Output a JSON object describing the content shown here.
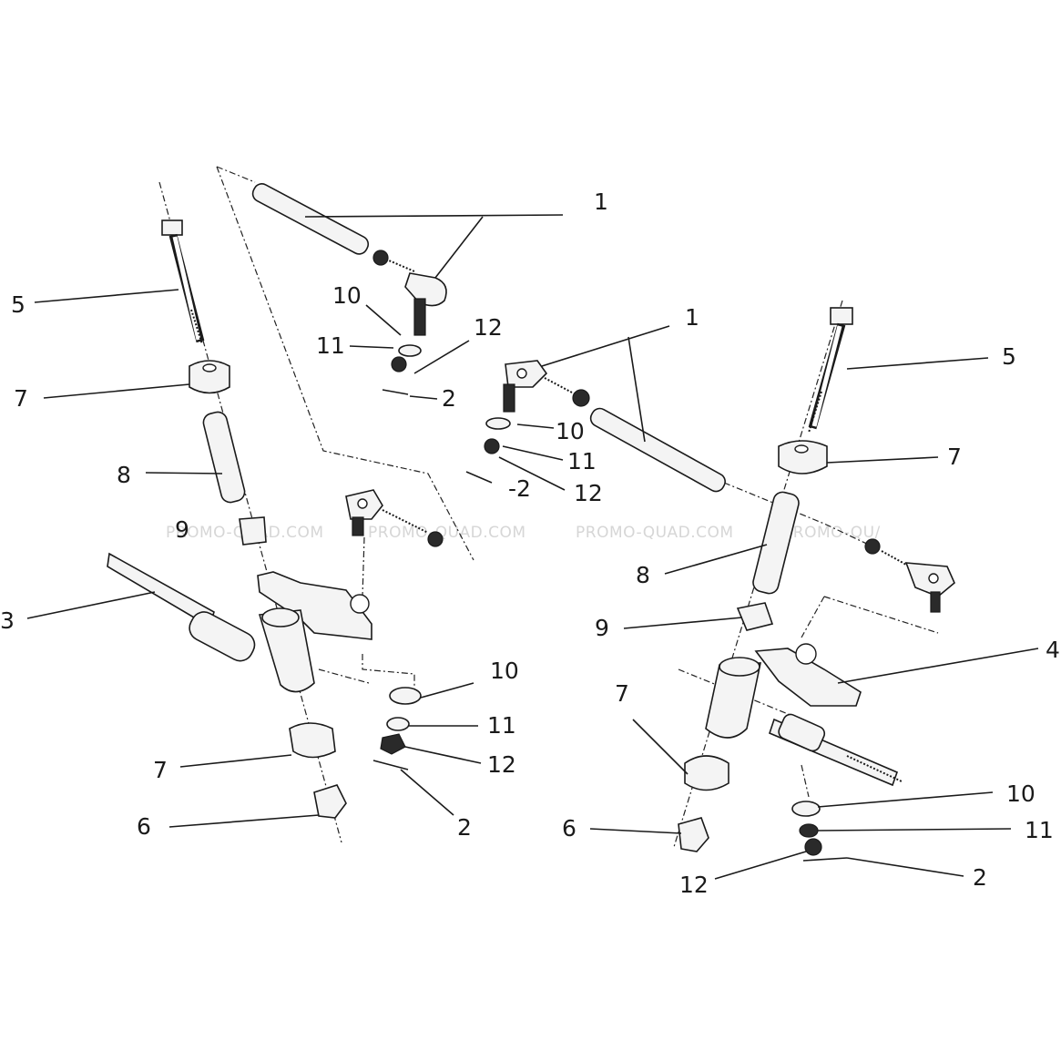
{
  "watermarks": [
    "PROMO-QUAD.COM",
    "PROMO-QUAD.COM",
    "PROMO-QUAD.COM",
    "PROMO-QU/"
  ],
  "callouts": {
    "tl_1": "1",
    "tl_10": "10",
    "tl_11": "11",
    "tl_12": "12",
    "tl_2": "2",
    "l_5": "5",
    "l_7a": "7",
    "l_8": "8",
    "l_9": "9",
    "l_3": "3",
    "l_10": "10",
    "l_11": "11",
    "l_12": "12",
    "l_7b": "7",
    "l_6": "6",
    "l_2": "2",
    "c_1": "1",
    "c_10": "10",
    "c_11": "11",
    "c_2": "-2",
    "c_12": "12",
    "r_5": "5",
    "r_7a": "7",
    "r_8": "8",
    "r_9": "9",
    "r_4": "4",
    "r_7b": "7",
    "r_10": "10",
    "r_6": "6",
    "r_11": "11",
    "r_12": "12",
    "r_2": "2"
  },
  "colors": {
    "ink": "#1a1a1a",
    "watermark": "#d6d6d6",
    "background": "#ffffff"
  }
}
